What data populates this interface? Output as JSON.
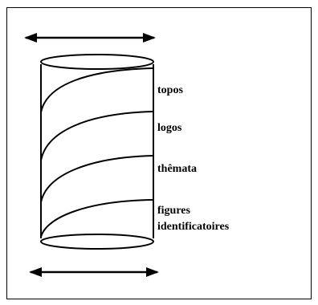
{
  "diagram": {
    "labels": {
      "topos": "topos",
      "logos": "logos",
      "themata": "thêmata",
      "figures_line1": "figures",
      "figures_line2": "identificatoires"
    }
  }
}
